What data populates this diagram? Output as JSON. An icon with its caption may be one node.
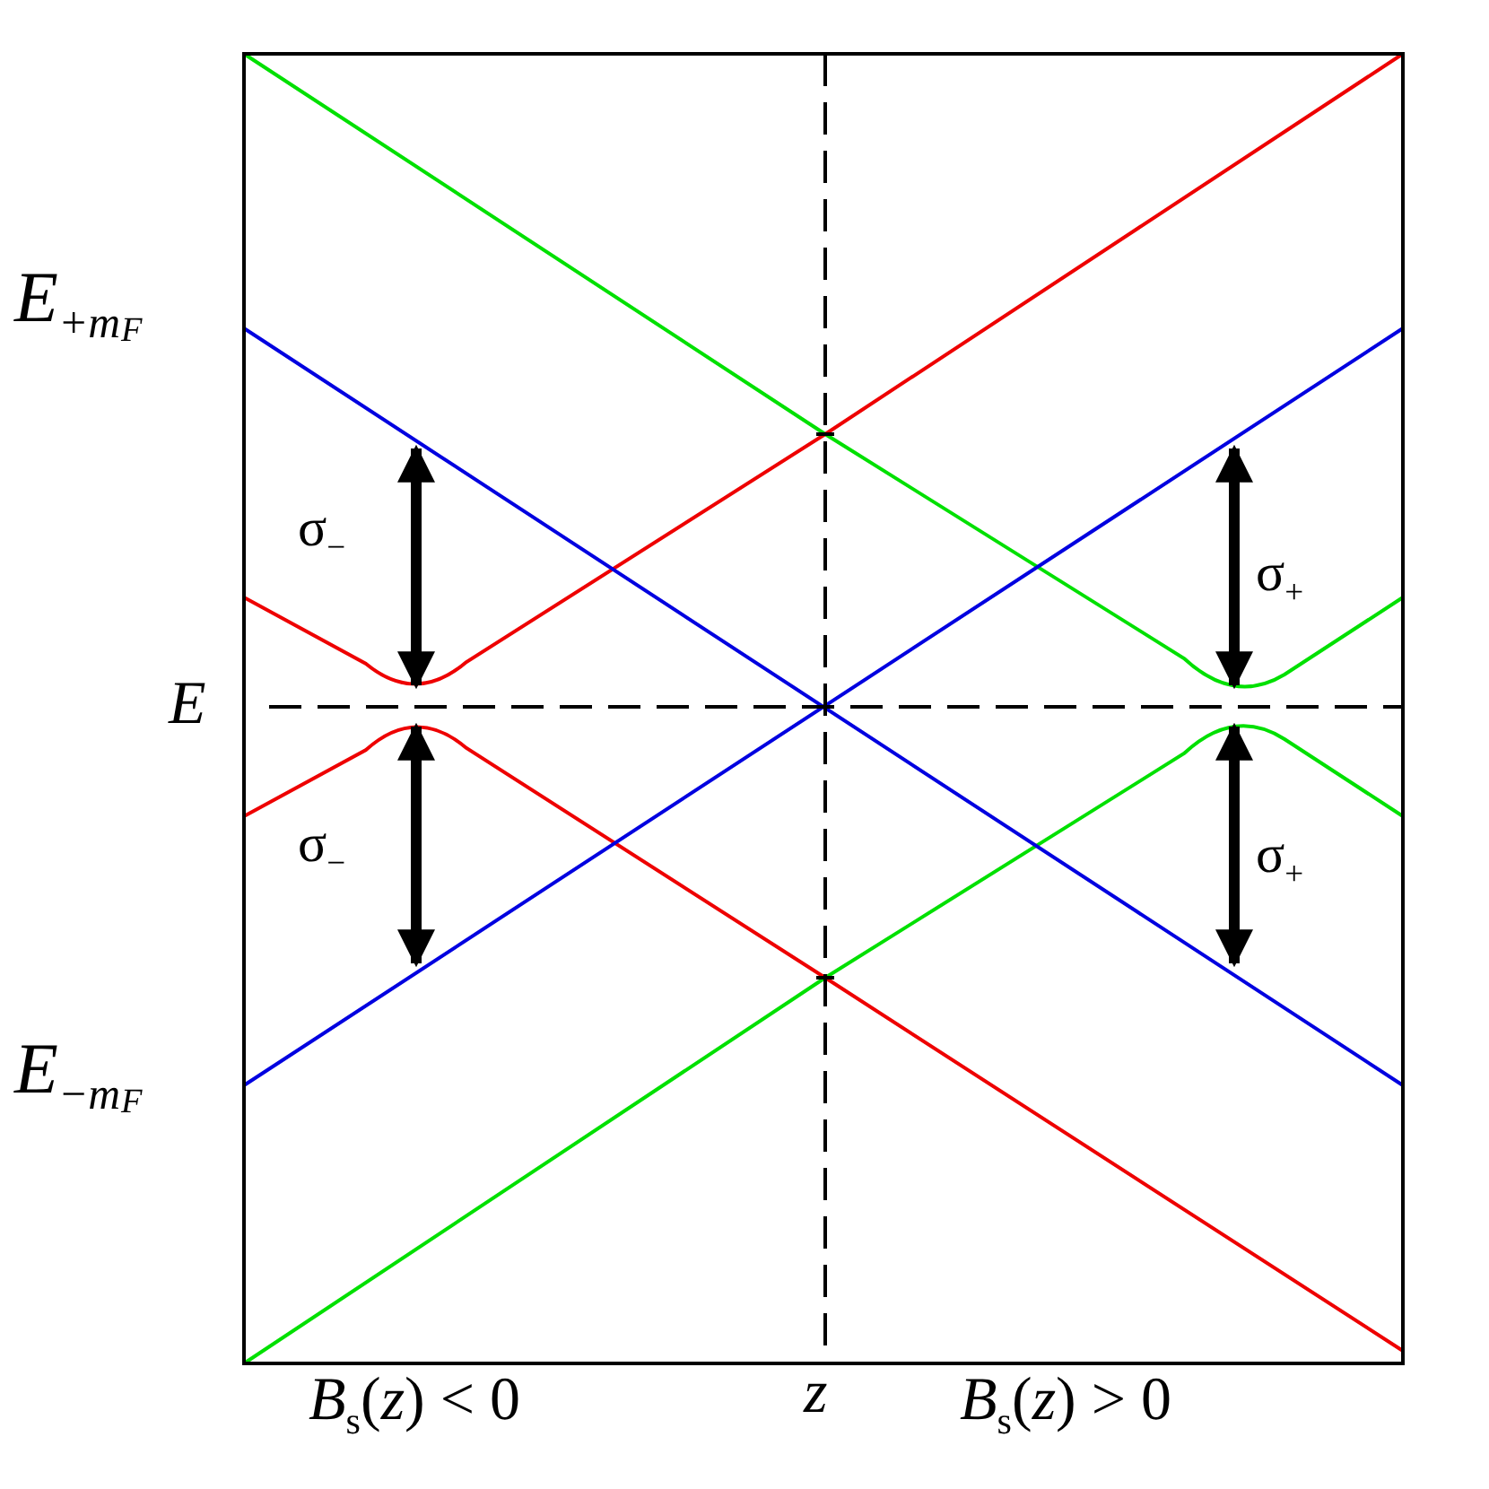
{
  "diagram": {
    "labels": [
      "*E*$_{+m}$$_{F}$",
      "σ$_{−}$",
      "σ$_{+}$",
      "*E*",
      "σ$_{−}$",
      "σ$_{+}$",
      "*E*$_{−m}$$_{F}$",
      "*B*$_{s}$(*z*) < 0",
      "*z*",
      "*B*$_{s}$(*z*) > 0"
    ]
  }
}
